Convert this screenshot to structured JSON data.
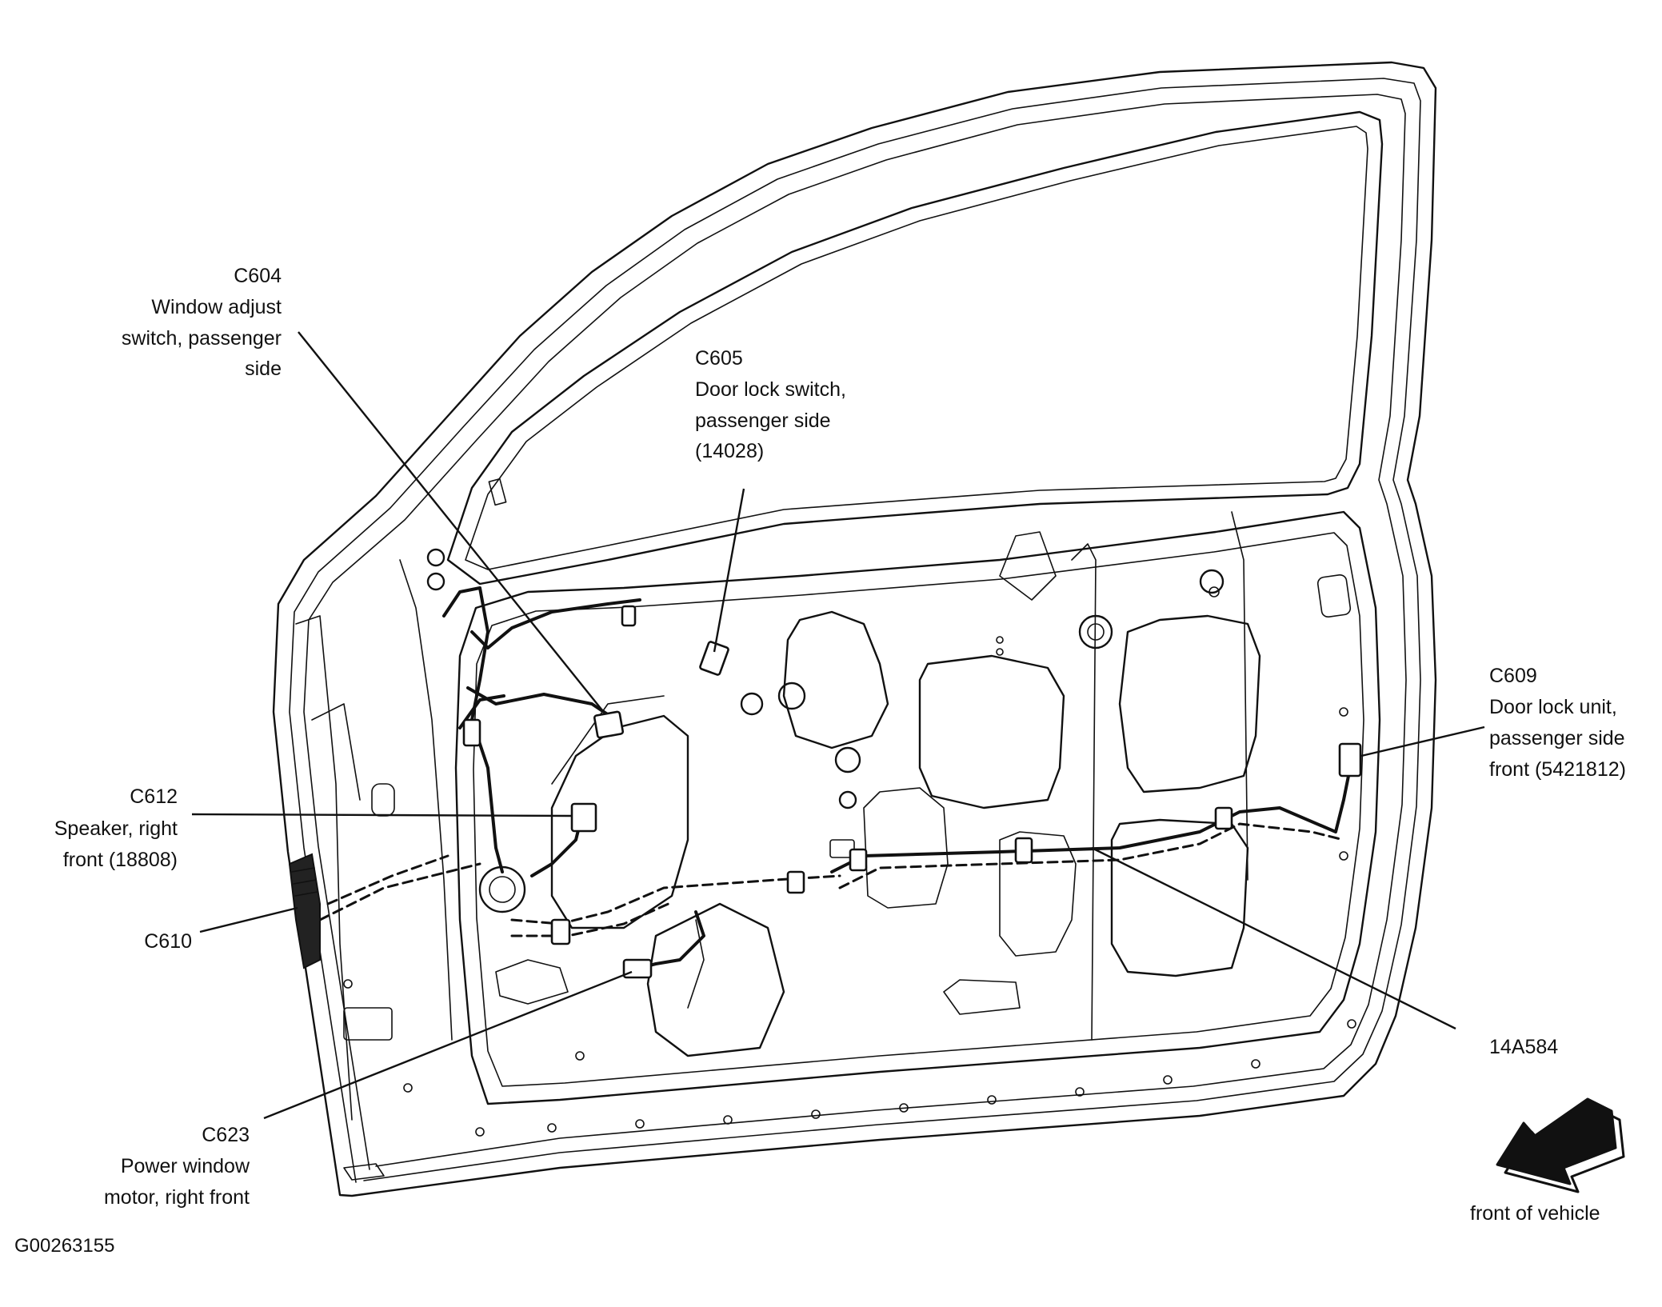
{
  "labels": {
    "c604": {
      "id": "C604",
      "desc": [
        "Window adjust",
        "switch, passenger",
        "side"
      ]
    },
    "c605": {
      "id": "C605",
      "desc": [
        "Door lock switch,",
        "passenger side",
        "(14028)"
      ]
    },
    "c609": {
      "id": "C609",
      "desc": [
        "Door lock unit,",
        "passenger side",
        "front (5421812)"
      ]
    },
    "c612": {
      "id": "C612",
      "desc": [
        "Speaker, right",
        "front (18808)"
      ]
    },
    "c610": {
      "id": "C610"
    },
    "c623": {
      "id": "C623",
      "desc": [
        "Power window",
        "motor, right front"
      ]
    },
    "harness": {
      "id": "14A584"
    }
  },
  "direction_indicator": {
    "label": "front of vehicle",
    "icon": "direction-arrow-icon"
  },
  "figure_code": "G00263155"
}
